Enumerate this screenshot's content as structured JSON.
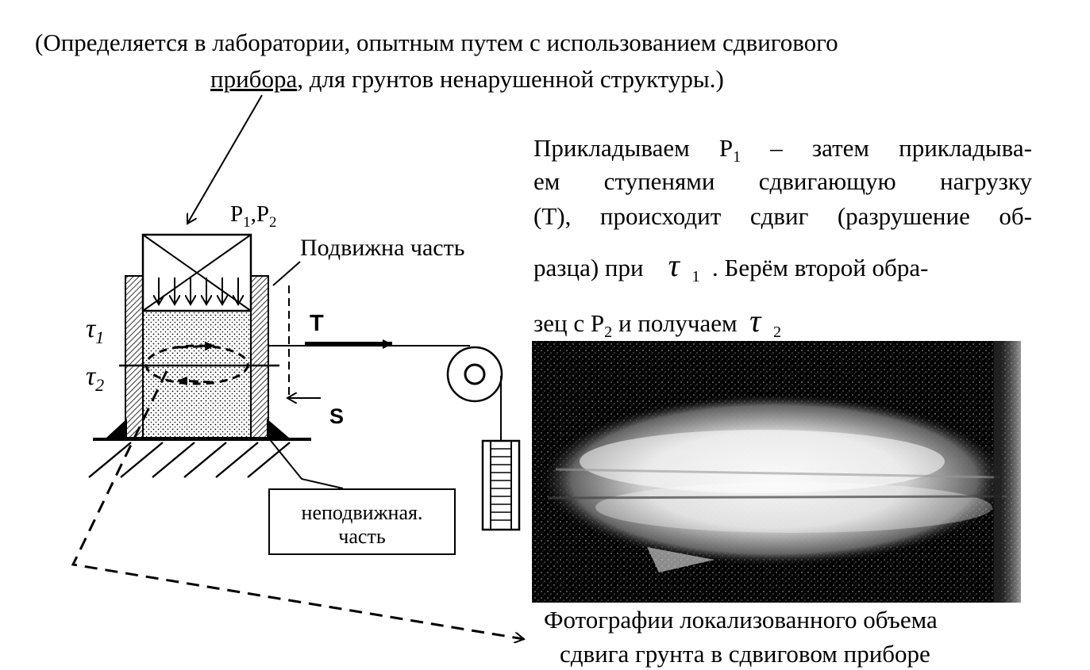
{
  "header": {
    "line1": "(Определяется в лаборатории, опытным путем с использованием сдвигового",
    "line2_link": "прибора",
    "line2_rest": ", для грунтов ненарушенной структуры.)"
  },
  "paragraph": {
    "l1a": "Прикладываем Р",
    "l1sub": "1",
    "l1b": " – затем прикладыва-",
    "l2": "ем ступенями сдвигающую нагрузку",
    "l3": "(Т), происходит сдвиг (разрушение об-",
    "l4a": "разца) при",
    "l4tau": "τ",
    "l4sub": "1",
    "l4b": ". Берём второй обра-",
    "l5a": "зец с Р",
    "l5sub": "2",
    "l5b": " и получаем",
    "l5tau": "τ",
    "l5sub2": "2"
  },
  "diagram": {
    "label_p": "Р",
    "label_p_sub1": "1",
    "label_p_comma": ",Р",
    "label_p_sub2": "2",
    "label_movable": "Подвижна часть",
    "label_t": "T",
    "label_s": "S",
    "label_tau": "τ",
    "label_tau1_sub": "1",
    "label_tau2_sub": "2",
    "fixed_line1": "неподвижная.",
    "fixed_line2": "часть"
  },
  "caption": {
    "line1": "Фотографии локализованного объема",
    "line2": "сдвига грунта в сдвиговом приборе"
  }
}
